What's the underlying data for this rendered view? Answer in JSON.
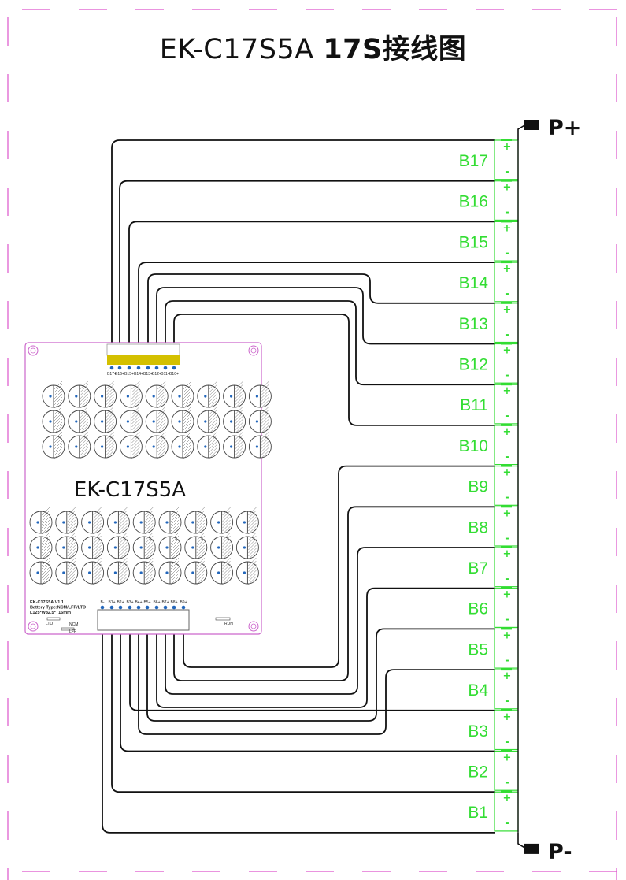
{
  "title": {
    "model": "EK-C17S5A",
    "suffix": "17S接线图"
  },
  "terminals": {
    "positive": "P+",
    "negative": "P-"
  },
  "cells": [
    "B17",
    "B16",
    "B15",
    "B14",
    "B13",
    "B12",
    "B11",
    "B10",
    "B9",
    "B8",
    "B7",
    "B6",
    "B5",
    "B4",
    "B3",
    "B2",
    "B1"
  ],
  "cell_signs": {
    "plus": "+",
    "minus": "-"
  },
  "board": {
    "name": "EK-C17S5A",
    "info_lines": [
      "EK-C17S5A V1.1",
      "Battery Type:NCM/LFP/LTO",
      "L125*W82.5*T16mm"
    ],
    "switch_labels": {
      "lto": "LTO",
      "ncm": "NCM",
      "lfp": "LFP",
      "run": "RUN"
    },
    "top_connector_pins": [
      "B17+",
      "B16+",
      "B15+",
      "B14+",
      "B13+",
      "B12+",
      "B11+",
      "B10+"
    ],
    "bottom_connector_pins": [
      "B-",
      "B1+",
      "B2+",
      "B3+",
      "B4+",
      "B5+",
      "B6+",
      "B7+",
      "B8+",
      "B9+"
    ]
  },
  "colors": {
    "cell": "#33dd33",
    "frame": "#dd55cc",
    "board": "#cc66cc",
    "connector": "#d4c000",
    "wire": "#111111",
    "pin": "#2266bb"
  }
}
